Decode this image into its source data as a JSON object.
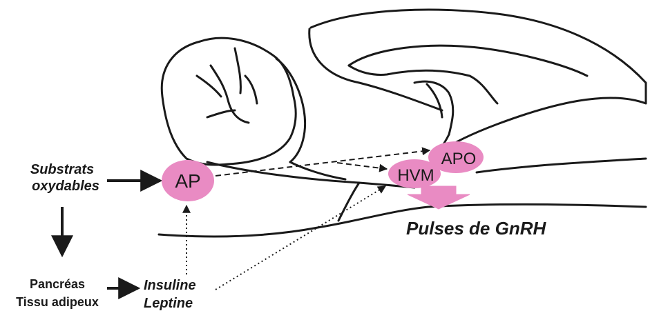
{
  "labels": {
    "substrats_line1": "Substrats",
    "substrats_line2": "oxydables",
    "pancreas": "Pancréas",
    "tissu": "Tissu adipeux",
    "insuline": "Insuline",
    "leptine": "Leptine",
    "pulses": "Pulses de GnRH"
  },
  "nodes": {
    "ap": "AP",
    "apo": "APO",
    "hvm": "HVM"
  },
  "colors": {
    "node_fill": "#e98bc3",
    "stroke": "#1a1a1a"
  }
}
